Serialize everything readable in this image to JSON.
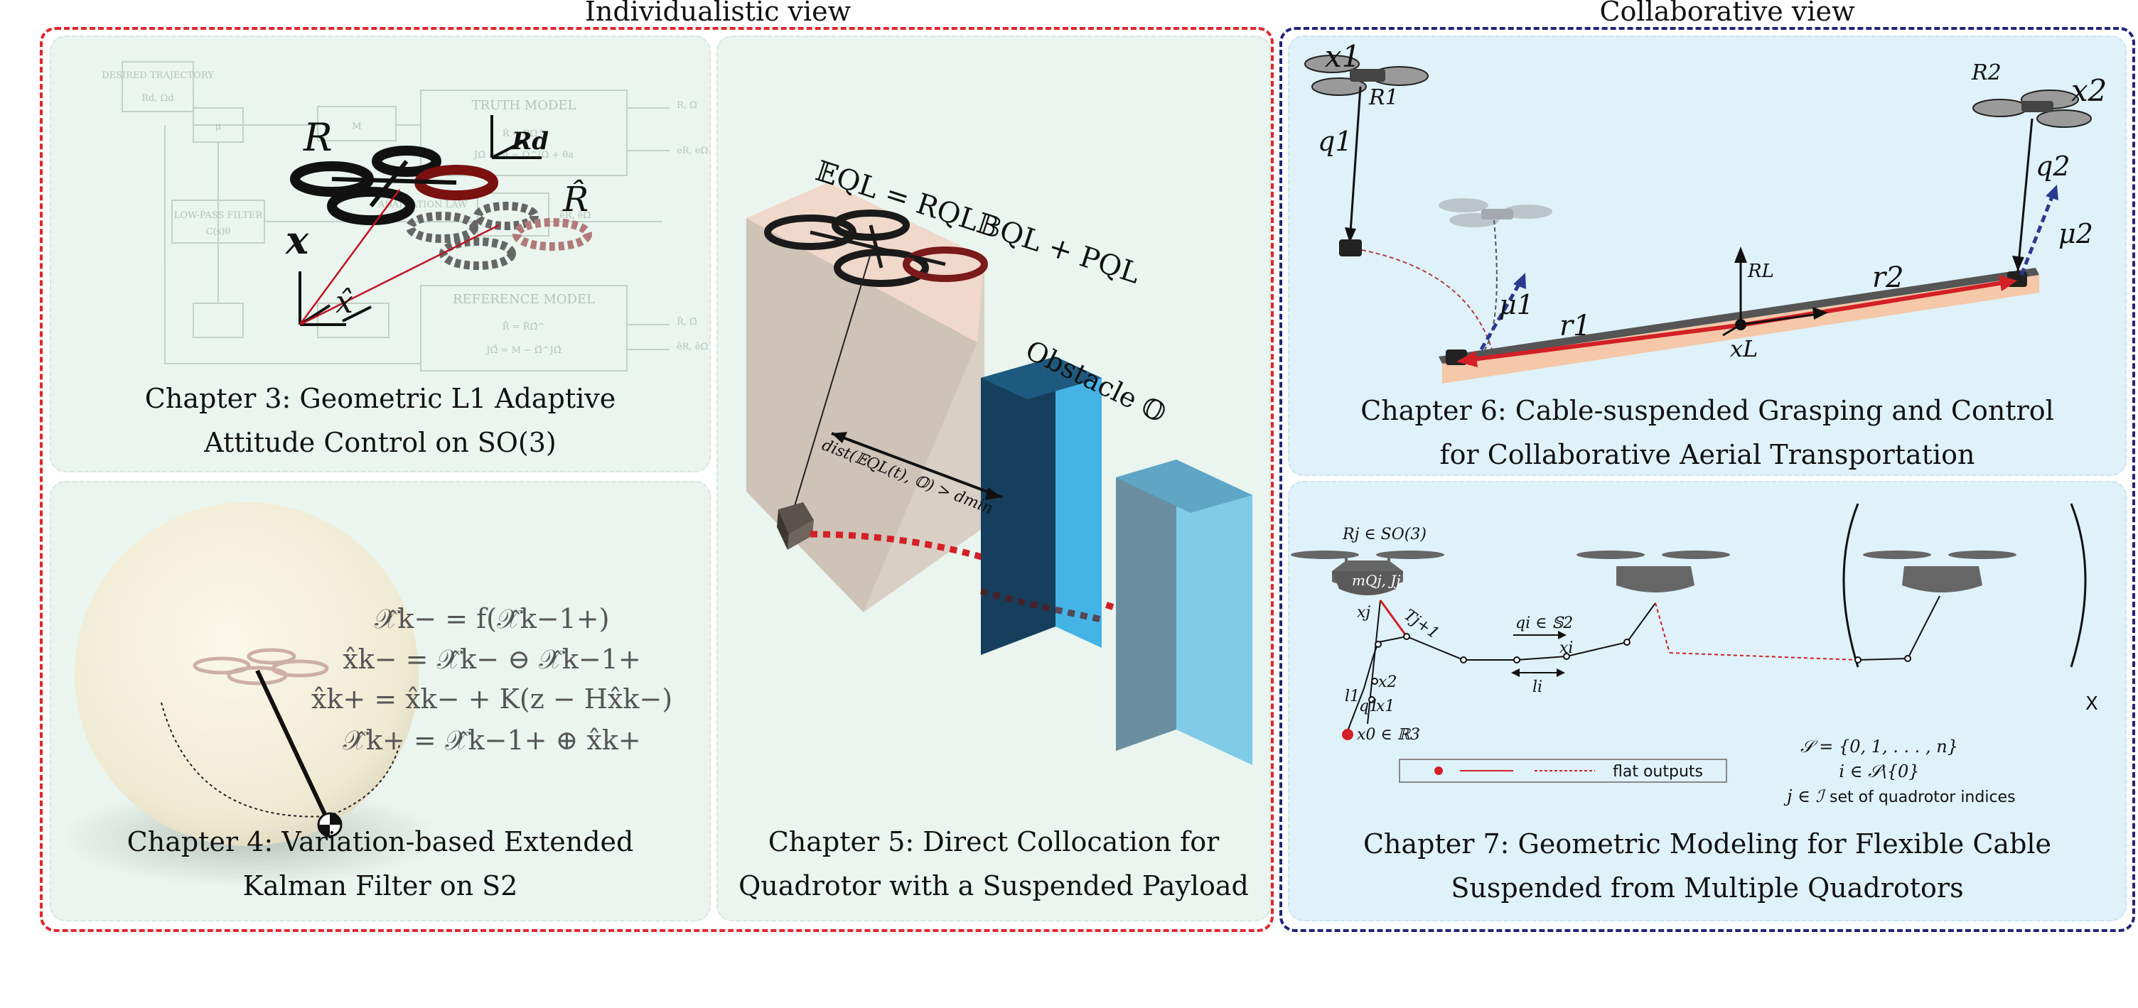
{
  "views": {
    "individualistic": "Individualistic view",
    "collaborative": "Collaborative view"
  },
  "colors": {
    "individualistic_border": "#e0262e",
    "collaborative_border": "#23237a",
    "green_panel": "#e9f5ee",
    "blue_panel": "#dff1f9"
  },
  "ch3": {
    "caption_line1": "Chapter 3: Geometric L1 Adaptive",
    "caption_line2": "Attitude Control on SO(3)",
    "faded_blocks": {
      "desired": "DESIRED TRAJECTORY",
      "desired_sub": "Rd, Ωd",
      "truth": "TRUTH MODEL",
      "truth_eq1": "Ṙ = RΩ^",
      "truth_eq2": "JΩ̇ = M − Ω^JΩ + θa",
      "adaptation": "ADAPTATION LAW",
      "lowpass": "LOW-PASS FILTER",
      "lowpass_sub": "C(s)θ",
      "reference": "REFERENCE MODEL",
      "ref_eq1": "R̂̇ = R̂Ω̂^",
      "ref_eq2": "JΩ̂̇ = M − Ω̂^JΩ̂",
      "out1": "R, Ω",
      "out2": "eR, eΩ",
      "out3": "ẽR, ẽΩ",
      "out4": "R̂, Ω̂",
      "out5": "êR, êΩ",
      "mu": "μ",
      "M": "M"
    },
    "labels": {
      "R": "R",
      "Rhat": "R̂",
      "Rd": "Rd",
      "x": "x",
      "xhat": "x̂"
    }
  },
  "ch4": {
    "caption_line1": "Chapter 4: Variation-based Extended",
    "caption_line2": "Kalman Filter on S2",
    "eq1": "𝒳̂k− = f(𝒳̂k−1+)",
    "eq2": "x̂k− = 𝒳̂k− ⊖ 𝒳̂k−1+",
    "eq3": "x̂k+ = x̂k− + K(z − Hx̂k−)",
    "eq4": "𝒳̂k+ = 𝒳̂k−1+ ⊕ x̂k+"
  },
  "ch5": {
    "caption_line1": "Chapter 5: Direct Collocation for",
    "caption_line2": "Quadrotor with a Suspended Payload",
    "ellipsoid_eq": "𝔼QL = RQL𝔹QL + PQL",
    "obstacle": "Obstacle 𝕆",
    "constraint": "dist(𝔼QL(t), 𝕆) > dmin"
  },
  "ch6": {
    "caption_line1": "Chapter 6: Cable-suspended Grasping and Control",
    "caption_line2": "for Collaborative Aerial Transportation",
    "labels": {
      "x1": "x1",
      "R1": "R1",
      "q1": "q1",
      "R2": "R2",
      "x2": "x2",
      "q2": "q2",
      "mu1": "μ1",
      "mu2": "μ2",
      "r1": "r1",
      "r2": "r2",
      "RL": "RL",
      "xL": "xL"
    }
  },
  "ch7": {
    "caption_line1": "Chapter 7: Geometric Modeling for Flexible Cable",
    "caption_line2": "Suspended from Multiple Quadrotors",
    "labels": {
      "Rj": "Rj ∈ SO(3)",
      "mq": "mQj, Jj",
      "xj": "xj",
      "T": "Tj+1",
      "qi": "qi ∈ 𝕊2",
      "xi": "xi",
      "li": "li",
      "x2": "x2",
      "x1": "x1",
      "l1": "l1",
      "q1": "q1",
      "x0": "x0 ∈ ℝ3"
    },
    "legend_text": "flat outputs",
    "set1": "𝒮 = {0, 1, . . . , n}",
    "set2": "i ∈ 𝒮\\{0}",
    "set3_math": "j ∈ ℐ",
    "set3_text": "set of quadrotor indices",
    "times": "X"
  }
}
